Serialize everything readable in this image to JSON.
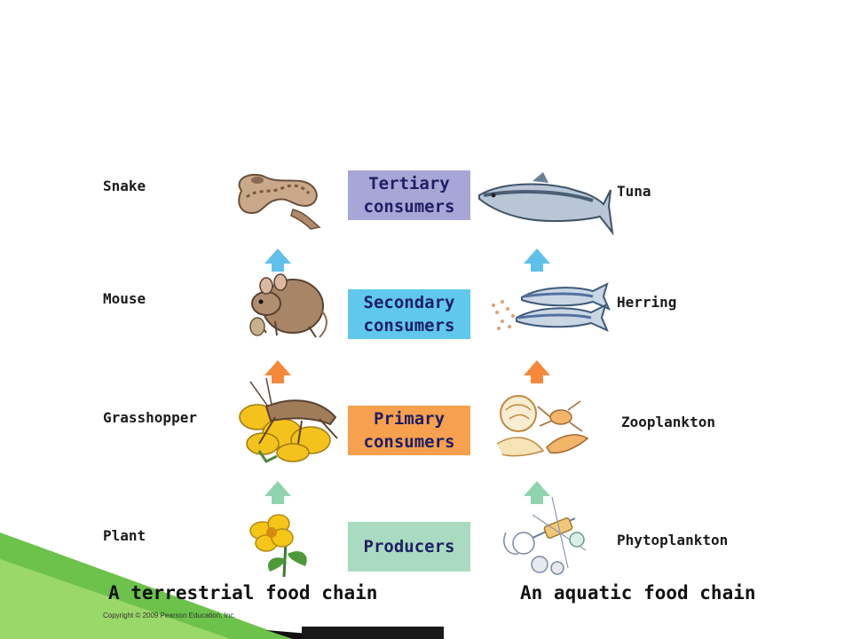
{
  "levels": {
    "tertiary": {
      "line1": "Tertiary",
      "line2": "consumers",
      "color": "#a8a6d6"
    },
    "secondary": {
      "line1": "Secondary",
      "line2": "consumers",
      "color": "#5fc8ec"
    },
    "primary": {
      "line1": "Primary",
      "line2": "consumers",
      "color": "#f7a04e"
    },
    "producers": {
      "line1": "Producers",
      "color": "#a8dbc0"
    }
  },
  "terrestrial": {
    "caption": "A terrestrial food chain",
    "organisms": [
      "Snake",
      "Mouse",
      "Grasshopper",
      "Plant"
    ]
  },
  "aquatic": {
    "caption": "An aquatic food chain",
    "organisms": [
      "Tuna",
      "Herring",
      "Zooplankton",
      "Phytoplankton"
    ]
  },
  "arrow_colors": {
    "tertiary": "#5fc0ec",
    "secondary": "#f7883a",
    "primary": "#8fd4ae"
  },
  "copyright": "Copyright © 2009 Pearson Education, Inc.",
  "icons": {
    "snake": "snake-icon",
    "mouse": "mouse-icon",
    "grasshopper": "grasshopper-icon",
    "plant": "plant-icon",
    "tuna": "tuna-icon",
    "herring": "herring-icon",
    "zooplankton": "zooplankton-icon",
    "phytoplankton": "phytoplankton-icon"
  }
}
